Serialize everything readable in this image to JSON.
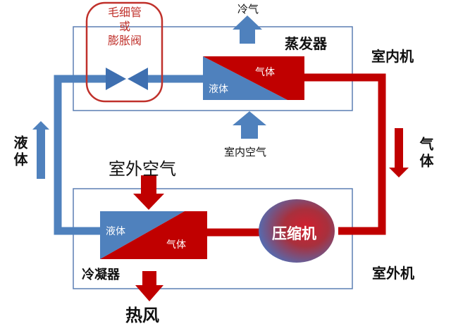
{
  "labels": {
    "capillary_line1": "毛细管",
    "capillary_line2": "或",
    "capillary_line3": "膨胀阀",
    "cold_air": "冷气",
    "evaporator": "蒸发器",
    "indoor_unit": "室内机",
    "indoor_air": "室内空气",
    "outdoor_air": "室外空气",
    "liquid_side": "液体",
    "gas_side": "气体",
    "evap_liquid": "液体",
    "evap_gas": "气体",
    "cond_liquid": "液体",
    "cond_gas": "气体",
    "compressor": "压缩机",
    "condenser": "冷凝器",
    "outdoor_unit": "室外机",
    "hot_air": "热风"
  },
  "colors": {
    "liquid_blue": "#4f81bd",
    "gas_red": "#c00000",
    "frame_blue": "#5b7fb3",
    "highlight_red": "#c0312b"
  }
}
